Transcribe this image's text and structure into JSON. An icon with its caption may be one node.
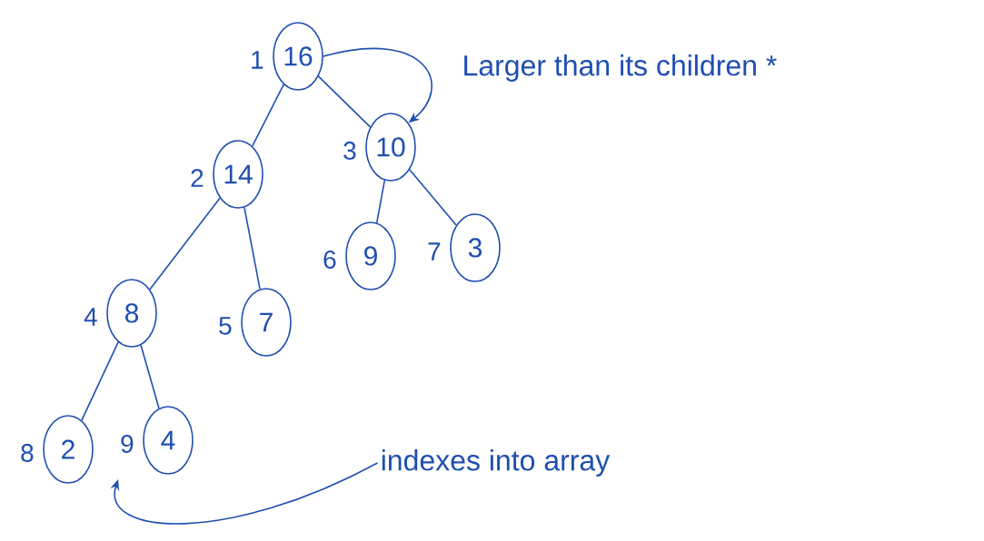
{
  "diagram": {
    "nodes": [
      {
        "text": [
          "16"
        ],
        "beside": [
          "1"
        ]
      },
      {
        "text": [
          "14"
        ],
        "beside": [
          "2"
        ]
      },
      {
        "text": [
          "10"
        ],
        "beside": [
          "3"
        ]
      },
      {
        "text": [
          "8"
        ],
        "beside": [
          "4"
        ]
      },
      {
        "text": [
          "7"
        ],
        "beside": [
          "5"
        ]
      },
      {
        "text": [
          "9"
        ],
        "beside": [
          "6"
        ]
      },
      {
        "text": [
          "3"
        ],
        "beside": [
          "7"
        ]
      },
      {
        "text": [
          "2"
        ],
        "beside": [
          "8"
        ]
      },
      {
        "text": [
          "4"
        ],
        "beside": [
          "9"
        ]
      },
      {
        "text": [
          "indexes into array"
        ]
      }
    ],
    "edges": [
      {
        "from": 0,
        "to": 1,
        "arrow": "none"
      },
      {
        "from": 0,
        "to": 2,
        "arrow": "none"
      },
      {
        "from": 1,
        "to": 3,
        "arrow": "none"
      },
      {
        "from": 1,
        "to": 4,
        "arrow": "none"
      },
      {
        "from": 2,
        "to": 5,
        "arrow": "none"
      },
      {
        "from": 2,
        "to": 6,
        "arrow": "none"
      },
      {
        "from": 3,
        "to": 7,
        "arrow": "none"
      },
      {
        "from": 3,
        "to": 8,
        "arrow": "none"
      },
      {
        "from": 0,
        "to": 2,
        "arrow": "to"
      },
      {
        "from": 9,
        "to": null,
        "arrow": "to"
      }
    ],
    "labels": [
      "Larger than its children *"
    ]
  }
}
